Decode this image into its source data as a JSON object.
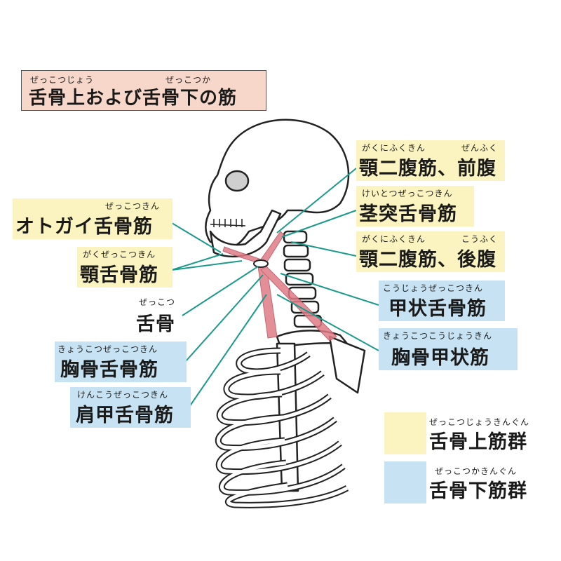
{
  "title": {
    "ruby1": "ぜっこつじょう",
    "ruby2": "ぜっこつか",
    "text": "舌骨上および舌骨下の筋"
  },
  "colors": {
    "supra": "#fbf4c0",
    "infra": "#c6e2f3",
    "title_bg": "#f7d7c9",
    "leader": "#1b9a8c",
    "muscle": "#e07c86"
  },
  "labels": {
    "digastric_anterior": {
      "ruby1": "がくにふくきん",
      "ruby2": "ぜんふく",
      "text": "顎二腹筋、前腹"
    },
    "stylohyoid": {
      "ruby": "けいとつぜっこつきん",
      "text": "茎突舌骨筋"
    },
    "digastric_posterior": {
      "ruby1": "がくにふくきん",
      "ruby2": "こうふく",
      "text": "顎二腹筋、後腹"
    },
    "thyrohyoid": {
      "ruby": "こうじょうぜっこつきん",
      "text": "甲状舌骨筋"
    },
    "sternothyroid": {
      "ruby": "きょうこつこうじょうきん",
      "text": "胸骨甲状筋"
    },
    "geniohyoid": {
      "ruby": "ぜっこつきん",
      "text": "オトガイ舌骨筋"
    },
    "mylohyoid": {
      "ruby": "がくぜっこつきん",
      "text": "顎舌骨筋"
    },
    "hyoid": {
      "ruby": "ぜっこつ",
      "text": "舌骨"
    },
    "sternohyoid": {
      "ruby": "きょうこつぜっこつきん",
      "text": "胸骨舌骨筋"
    },
    "omohyoid": {
      "ruby": "けんこうぜっこつきん",
      "text": "肩甲舌骨筋"
    }
  },
  "legend": {
    "supra": {
      "ruby": "ぜっこつじょうきんぐん",
      "text": "舌骨上筋群"
    },
    "infra": {
      "ruby": "ぜっこつかきんぐん",
      "text": "舌骨下筋群"
    }
  }
}
